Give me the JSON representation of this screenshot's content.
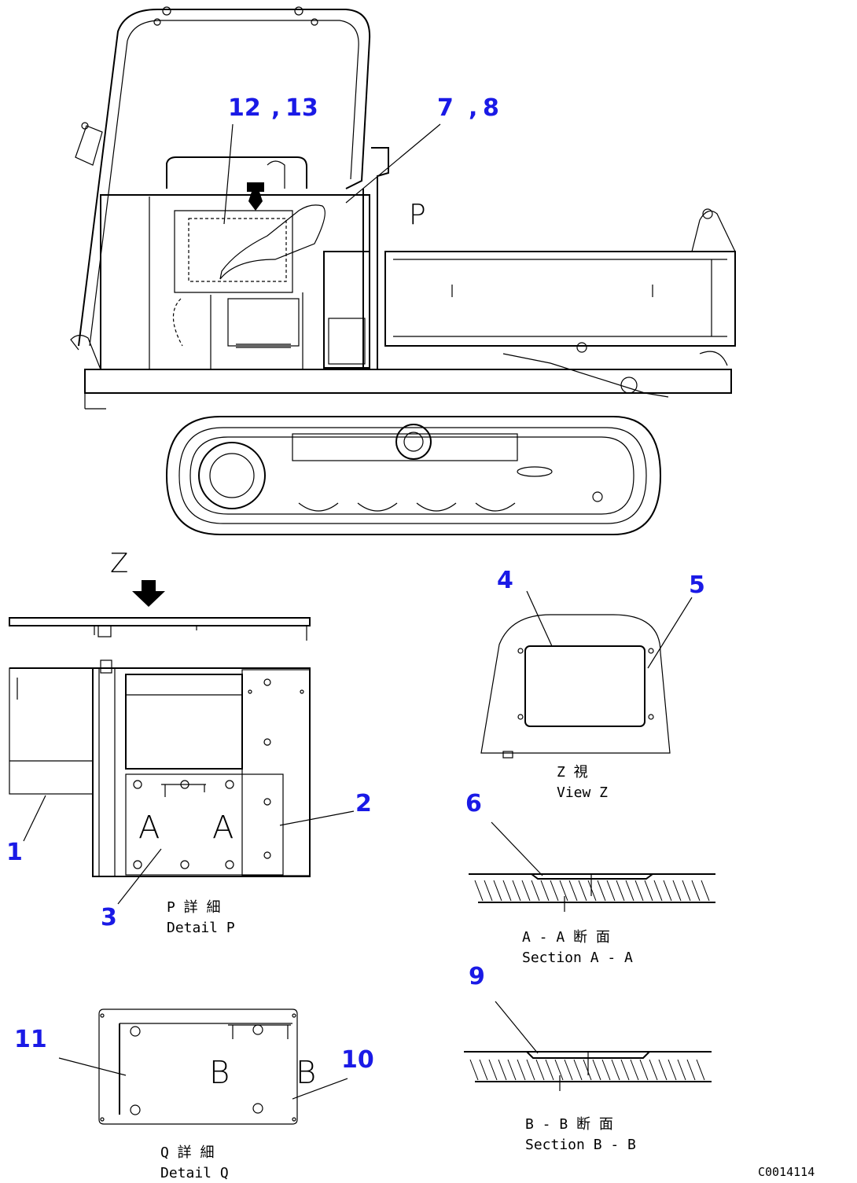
{
  "callouts": {
    "c12_13": {
      "a": "12",
      "b": "13"
    },
    "c7_8": {
      "a": "7",
      "b": "8"
    },
    "c1": "1",
    "c2": "2",
    "c3": "3",
    "c4": "4",
    "c5": "5",
    "c6": "6",
    "c9": "9",
    "c10": "10",
    "c11": "11"
  },
  "view_labels": {
    "z": "Z",
    "p": "P",
    "letter_a_left": "A",
    "letter_a_right": "A",
    "letter_b_left": "B",
    "letter_b_right": "B"
  },
  "captions": {
    "detail_p_jp": "P 詳 細",
    "detail_p_en": "Detail P",
    "view_z_jp": "Z 視",
    "view_z_en": "View Z",
    "section_aa_jp": "A - A 断 面",
    "section_aa_en": "Section A - A",
    "section_bb_jp": "B - B 断 面",
    "section_bb_en": "Section B - B",
    "detail_q_jp": "Q 詳 細",
    "detail_q_en": "Detail Q"
  },
  "drawing_code": "C0014114",
  "colors": {
    "callout": "#1a1ae6",
    "line": "#000000",
    "background": "#ffffff"
  }
}
